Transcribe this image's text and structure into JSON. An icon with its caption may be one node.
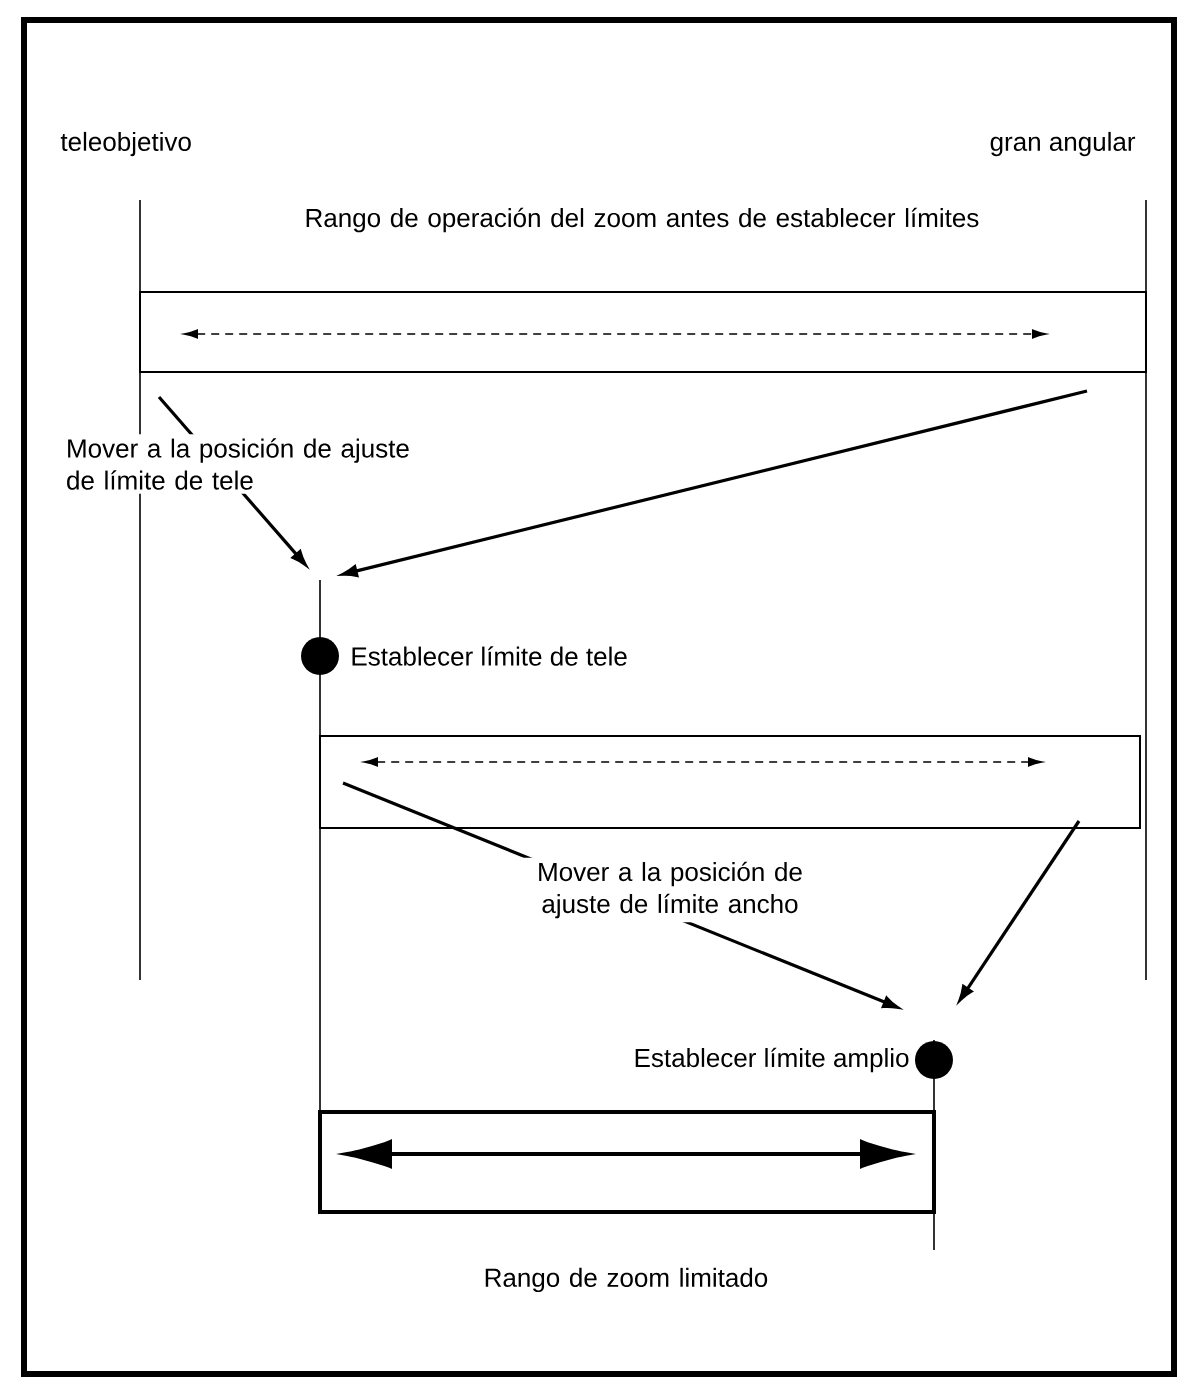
{
  "diagram": {
    "nodes": [
      {
        "text": [
          "Rango de operación del zoom antes de establecer límites"
        ]
      },
      {
        "text": [],
        "shape": "bar"
      },
      {
        "text": [
          "Rango de zoom limitado"
        ]
      },
      {
        "text": [],
        "shape": "circle",
        "beside": [
          "Establecer límite de tele"
        ]
      },
      {
        "text": [],
        "shape": "circle",
        "beside": [
          "Establecer límite amplio"
        ]
      }
    ],
    "edges": [
      {
        "from": 0,
        "to": 3,
        "arrow": "to",
        "label": "Mover a la posición de ajuste de límite de tele"
      },
      {
        "from": 0,
        "to": 3,
        "arrow": "to"
      },
      {
        "from": 1,
        "to": 4,
        "arrow": "to",
        "label": "Mover a la posición de ajuste de límite ancho"
      },
      {
        "from": 1,
        "to": 4,
        "arrow": "to"
      }
    ],
    "labels": [
      "teleobjetivo",
      "gran angular"
    ]
  }
}
